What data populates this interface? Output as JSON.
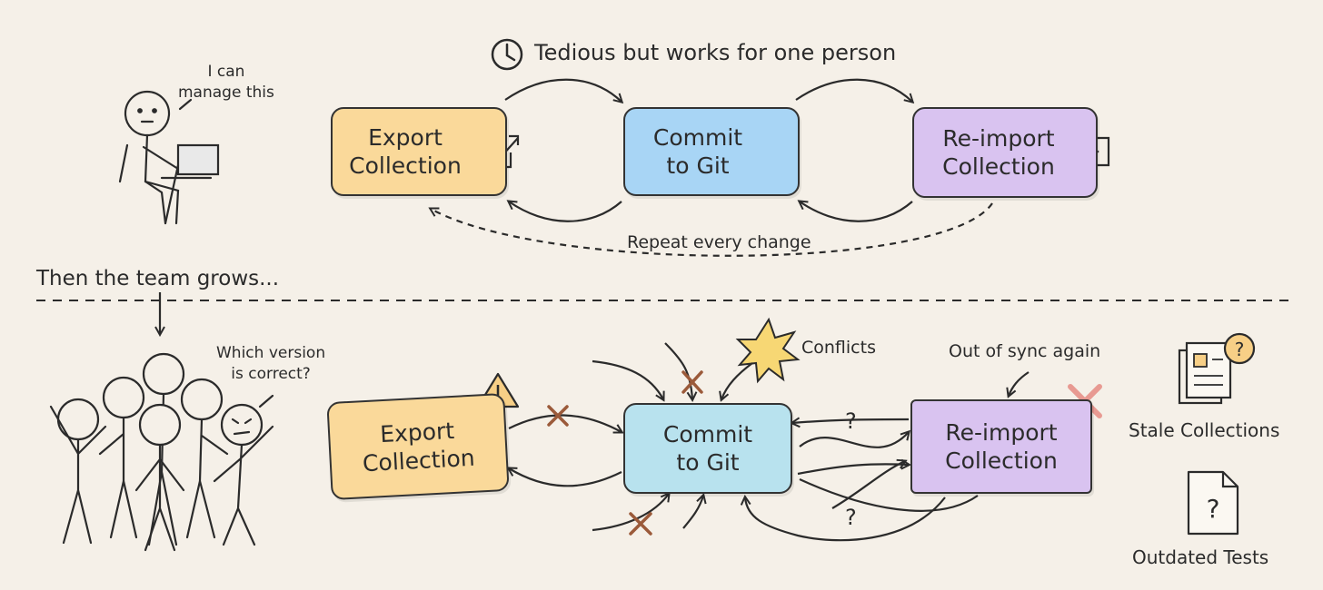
{
  "top": {
    "title": "Tedious but works for one person",
    "speech": "I can\nmanage this",
    "boxes": [
      {
        "label": "Export\nCollection",
        "color": "#fad99a"
      },
      {
        "label": "Commit\nto Git",
        "color": "#a8d5f5"
      },
      {
        "label": "Re-import\nCollection",
        "color": "#d9c3f0"
      }
    ],
    "repeat_label": "Repeat every change"
  },
  "divider_text": "Then the team grows...",
  "bottom": {
    "speech": "Which version\nis correct?",
    "boxes": [
      {
        "label": "Export\nCollection",
        "color": "#fad99a"
      },
      {
        "label": "Commit\nto Git",
        "color": "#b8e2ee"
      },
      {
        "label": "Re-import\nCollection",
        "color": "#d9c3f0"
      }
    ],
    "conflicts_label": "Conflicts",
    "out_of_sync_label": "Out of sync again",
    "question_mark_1": "?",
    "question_mark_2": "?",
    "side_items": [
      {
        "label": "Stale Collections",
        "icon": "document-question-icon"
      },
      {
        "label": "Outdated Tests",
        "icon": "file-question-icon"
      }
    ]
  }
}
